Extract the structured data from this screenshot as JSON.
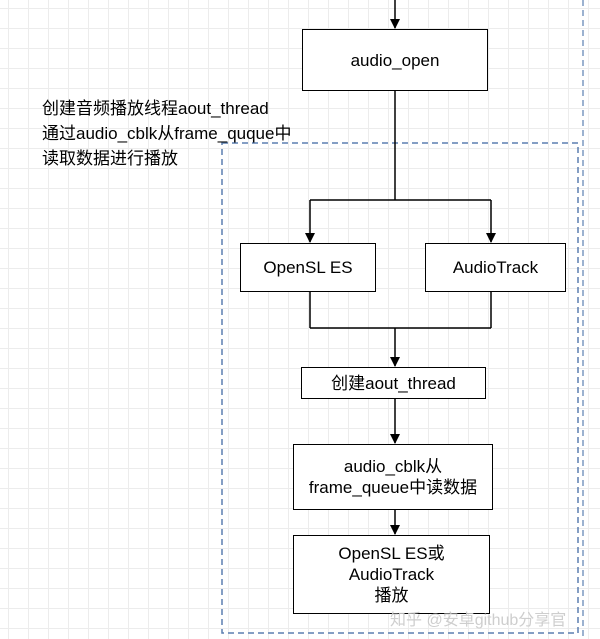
{
  "note": "创建音频播放线程aout_thread\n通过audio_cblk从frame_ququе中\n读取数据进行播放",
  "nodes": {
    "audio_open": "audio_open",
    "opensl_es": "OpenSL ES",
    "audiotrack": "AudioTrack",
    "create_thread": "创建aout_thread",
    "read_data": "audio_cblk从\nframe_queue中读数据",
    "play": "OpenSL ES或\nAudioTrack\n播放"
  },
  "watermark": "知乎 @安卓github分享官",
  "colors": {
    "line": "#000000",
    "dashed_border": "#5b7fb0",
    "grid": "#ececec"
  }
}
